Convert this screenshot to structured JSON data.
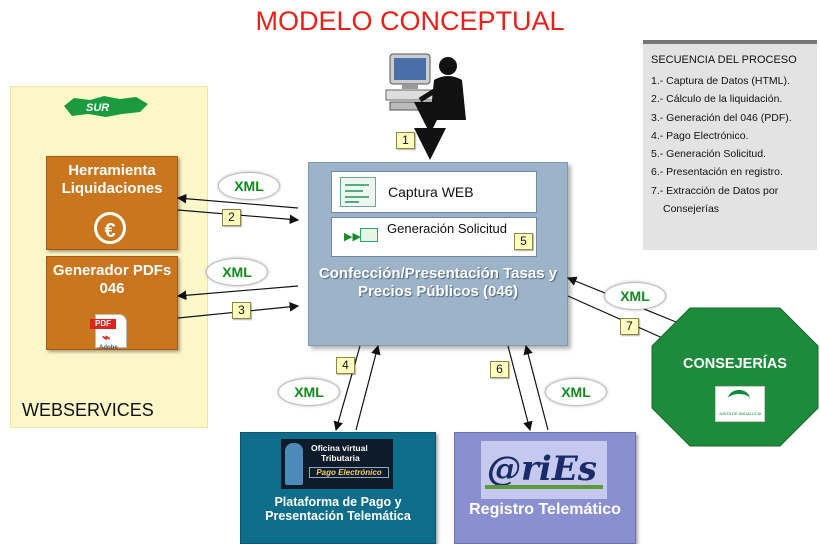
{
  "title": "MODELO CONCEPTUAL",
  "webservices": {
    "label": "WEBSERVICES",
    "logo": "SUR"
  },
  "tools": [
    {
      "label": "Herramienta Liquidaciones",
      "icon": "euro-icon"
    },
    {
      "label": "Generador PDFs 046",
      "icon": "pdf-icon",
      "pdf_tag": "PDF",
      "pdf_brand": "Adobe"
    }
  ],
  "central": {
    "captura": "Captura WEB",
    "generacion": "Generación Solicitud",
    "generacion_num": "5",
    "body": "Confección/Presentación Tasas y Precios Públicos (046)"
  },
  "sequence": {
    "title": "SECUENCIA DEL PROCESO",
    "steps": [
      "1.- Captura de Datos (HTML).",
      "2.- Cálculo de la liquidación.",
      "3.- Generación del 046 (PDF).",
      "4.- Pago Electrónico.",
      "5.- Generación Solicitud.",
      "6.- Presentación en registro.",
      "7.- Extracción de Datos por",
      "Consejerías"
    ]
  },
  "xml": "XML",
  "numbers": [
    "1",
    "2",
    "3",
    "4",
    "6",
    "7"
  ],
  "pago": {
    "logo_line1": "Oficina virtual",
    "logo_line2": "Tributaria",
    "logo_line3": "Pago Electrónico",
    "label": "Plataforma de Pago y Presentación Telemática"
  },
  "aries": {
    "logo": "@riEs",
    "label": "Registro Telemático"
  },
  "consejerias": {
    "label": "CONSEJERÍAS",
    "logo_text": "JUNTA DE ANDALUCIA"
  },
  "colors": {
    "title": "#e8201a",
    "tool": "#c9761f",
    "central": "#9db4c8",
    "pago": "#0f6d8c",
    "aries": "#8a8fd0",
    "consejerias": "#1e8a3c",
    "xml": "#0e8a1f"
  }
}
